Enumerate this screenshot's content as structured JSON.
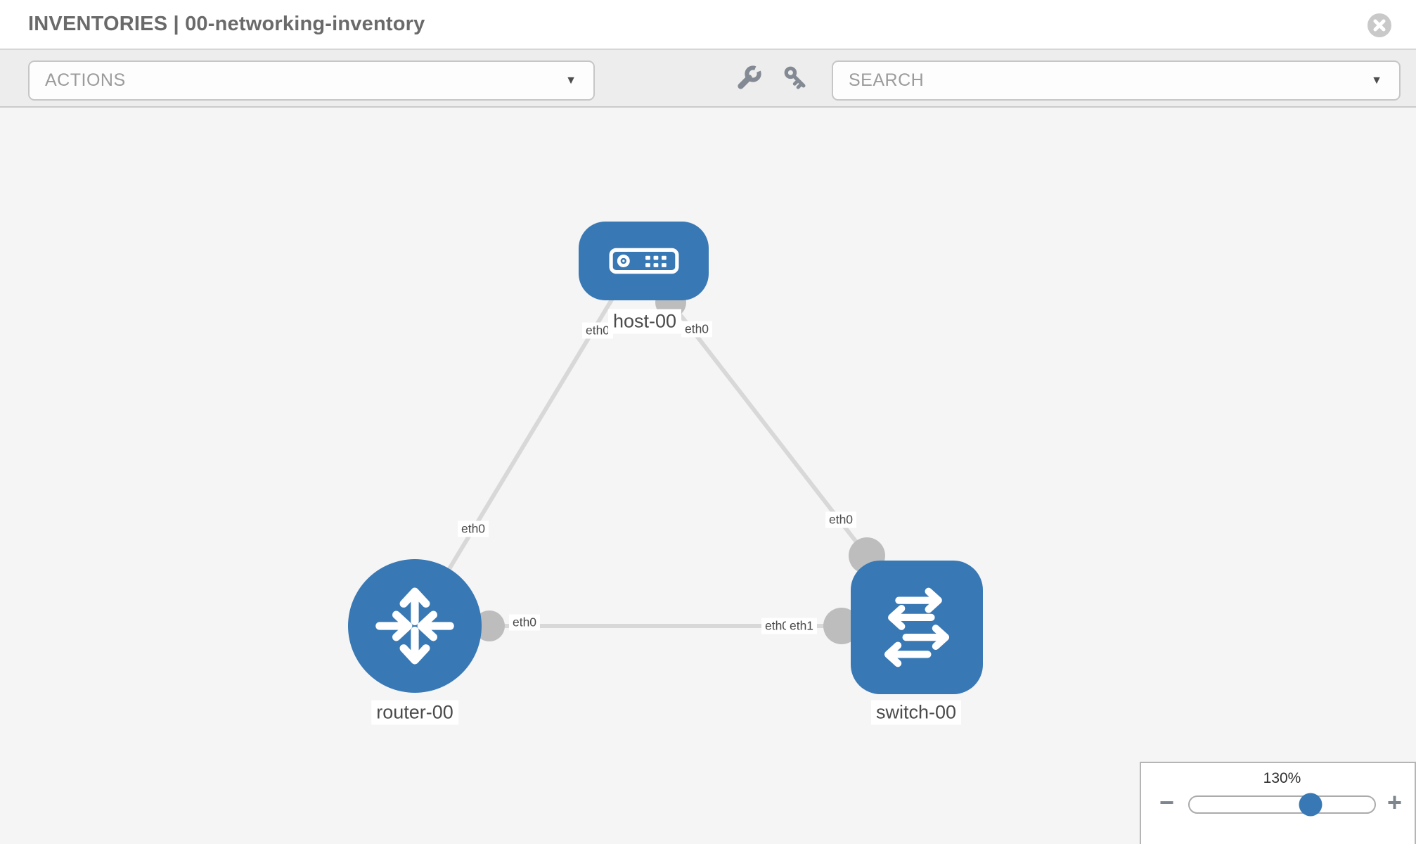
{
  "header": {
    "title": "INVENTORIES | 00-networking-inventory"
  },
  "toolbar": {
    "actions_label": "ACTIONS",
    "search_label": "SEARCH",
    "caret_glyph": "▼",
    "icons": [
      "wrench-icon",
      "key-icon"
    ]
  },
  "topology": {
    "nodes": [
      {
        "id": "host-00",
        "label": "host-00",
        "type": "host",
        "icon": "server-icon"
      },
      {
        "id": "router-00",
        "label": "router-00",
        "type": "router",
        "icon": "route-arrows-icon"
      },
      {
        "id": "switch-00",
        "label": "switch-00",
        "type": "switch",
        "icon": "exchange-arrows-icon"
      }
    ],
    "iface_labels": [
      {
        "text": "eth0",
        "near": "host-00-left"
      },
      {
        "text": "eth0",
        "near": "host-00-right"
      },
      {
        "text": "eth0",
        "near": "link-host-router-mid"
      },
      {
        "text": "eth0",
        "near": "switch-00-top"
      },
      {
        "text": "eth0",
        "near": "router-00-right"
      },
      {
        "text": "eth0",
        "near": "switch-00-left-under"
      },
      {
        "text": "eth1",
        "near": "switch-00-left"
      }
    ],
    "links": [
      {
        "from": "host-00",
        "to": "router-00",
        "from_iface": "eth0",
        "to_iface": "eth0"
      },
      {
        "from": "host-00",
        "to": "switch-00",
        "from_iface": "eth0",
        "to_iface": "eth0"
      },
      {
        "from": "router-00",
        "to": "switch-00",
        "from_iface": "eth0",
        "to_iface": "eth1"
      }
    ]
  },
  "zoom_control": {
    "percent_label": "130%",
    "minus_glyph": "−",
    "plus_glyph": "+",
    "value": 130
  },
  "colors": {
    "node_blue": "#3878b4",
    "link_gray": "#d8d8d8",
    "endpoint_gray": "#bdbdbd",
    "canvas_bg": "#f5f5f5",
    "toolbar_bg": "#ededed"
  }
}
